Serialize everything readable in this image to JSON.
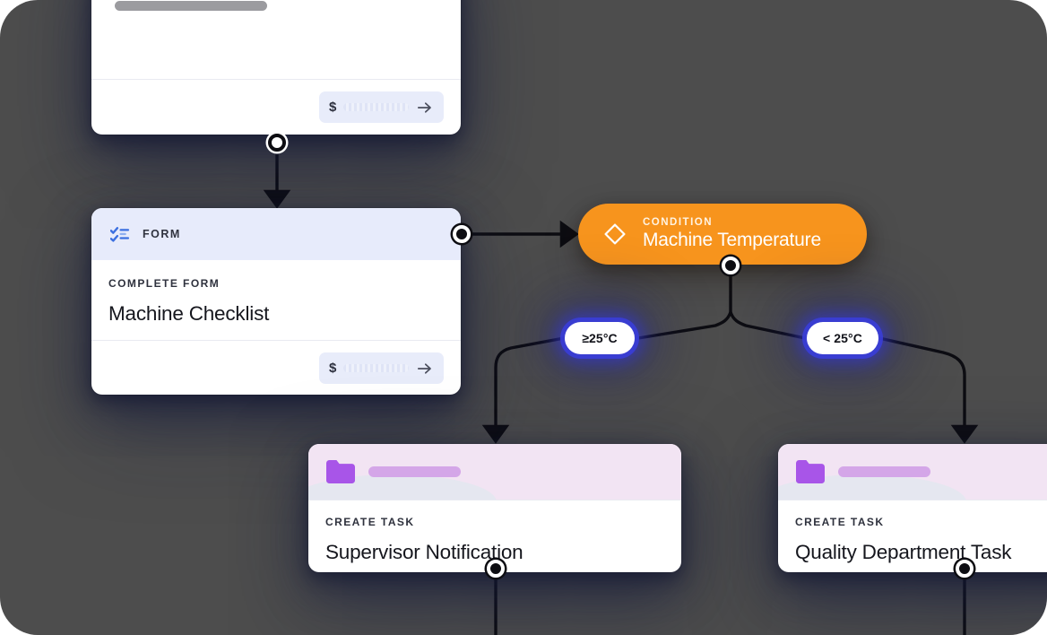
{
  "canvas": {
    "background": "#4d4d4d"
  },
  "nodes": {
    "top_card": {
      "name": "placeholder-card",
      "skeleton_bars": 2,
      "footer": {
        "currency_symbol": "$",
        "value_placeholder": "",
        "action_icon": "arrow-right-icon"
      }
    },
    "form_card": {
      "header_icon": "checklist-icon",
      "header_label": "FORM",
      "kicker": "COMPLETE FORM",
      "title": "Machine Checklist",
      "footer": {
        "currency_symbol": "$",
        "value_placeholder": "",
        "action_icon": "arrow-right-icon"
      }
    },
    "condition": {
      "icon": "diamond-icon",
      "kicker": "CONDITION",
      "title": "Machine Temperature",
      "color": "#f7941d"
    },
    "task_left": {
      "header_icon": "folder-icon",
      "kicker": "CREATE TASK",
      "title": "Supervisor Notification",
      "header_color": "#f2e4f3",
      "icon_color": "#a855e8"
    },
    "task_right": {
      "header_icon": "folder-icon",
      "kicker": "CREATE TASK",
      "title": "Quality Department Task",
      "header_color": "#f2e4f3",
      "icon_color": "#a855e8"
    }
  },
  "branches": [
    {
      "label": "≥25°C",
      "target": "Supervisor Notification"
    },
    {
      "label": "< 25°C",
      "target": "Quality Department Task"
    }
  ],
  "branch_left_label": "≥25°C",
  "branch_right_label": "< 25°C",
  "colors": {
    "background": "#4d4d4d",
    "condition_orange": "#f7941d",
    "form_header_blue": "#e7ebfb",
    "task_header_pink": "#f2e4f3",
    "folder_purple": "#a855e8",
    "branch_glow_blue": "#3a3edc",
    "wire_black": "#0d0d12"
  }
}
